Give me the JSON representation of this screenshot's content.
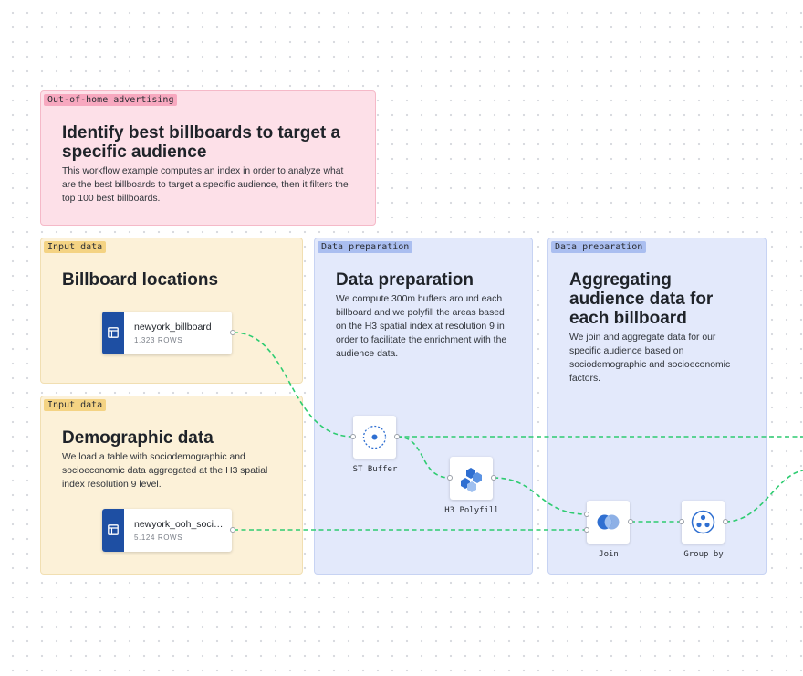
{
  "groups": {
    "intro": {
      "tag": "Out-of-home advertising",
      "title_line1": "Identify best billboards to target a",
      "title_line2": "specific audience",
      "desc_line1": "This workflow example computes an index in order to analyze what",
      "desc_line2": "are the best billboards to target a specific audience, then it filters the",
      "desc_line3": "top 100 best billboards."
    },
    "billboards": {
      "tag": "Input data",
      "title": "Billboard locations"
    },
    "demographic": {
      "tag": "Input data",
      "title": "Demographic data",
      "desc_line1": "We load a table with sociodemographic and",
      "desc_line2": "socioeconomic data aggregated at the H3 spatial",
      "desc_line3": "index resolution 9 level."
    },
    "prep": {
      "tag": "Data preparation",
      "title": "Data preparation",
      "desc_line1": "We compute 300m buffers around each",
      "desc_line2": "billboard and we polyfill the areas based",
      "desc_line3": "on the H3 spatial index at resolution 9 in",
      "desc_line4": "order to facilitate the enrichment with the",
      "desc_line5": "audience data."
    },
    "aggregate": {
      "tag": "Data preparation",
      "title_line1": "Aggregating",
      "title_line2": "audience data for",
      "title_line3": "each billboard",
      "desc_line1": "We join and aggregate data for our",
      "desc_line2": "specific audience based on",
      "desc_line3": "sociodemographic and socioeconomic",
      "desc_line4": "factors."
    }
  },
  "sources": {
    "billboard": {
      "name": "newyork_billboard",
      "rows": "1.323 ROWS",
      "icon": "table-icon"
    },
    "socio": {
      "name": "newyork_ooh_soci…",
      "rows": "5.124 ROWS",
      "icon": "table-icon"
    }
  },
  "nodes": {
    "st_buffer": {
      "label": "ST Buffer",
      "icon": "buffer-icon"
    },
    "h3_polyfill": {
      "label": "H3 Polyfill",
      "icon": "h3-hexagon-icon"
    },
    "join": {
      "label": "Join",
      "icon": "join-venn-icon"
    },
    "group_by": {
      "label": "Group by",
      "icon": "group-by-icon"
    }
  },
  "colors": {
    "edge": "#2ecc71",
    "source_strip": "#1e4fa3",
    "node_icon": "#2f6fd1",
    "pink_group": "#fde0e8",
    "yellow_group": "#fcf1d8",
    "blue_group": "#e3e9fb"
  }
}
